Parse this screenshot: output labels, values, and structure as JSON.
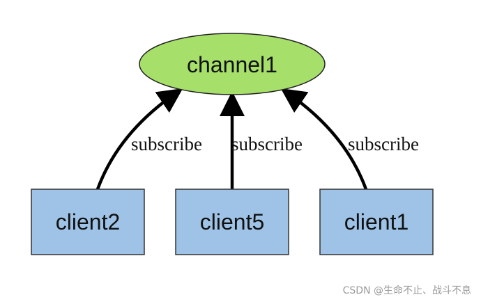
{
  "channel": {
    "label": "channel1",
    "fill": "#a6e06a",
    "stroke": "#222222"
  },
  "clients": [
    {
      "label": "client2"
    },
    {
      "label": "client5"
    },
    {
      "label": "client1"
    }
  ],
  "edges": [
    {
      "label": "subscribe"
    },
    {
      "label": "subscribe"
    },
    {
      "label": "subscribe"
    }
  ],
  "client_fill": "#9fc3e6",
  "client_stroke": "#333333",
  "edge_color": "#000000",
  "watermark": "CSDN @生命不止、战斗不息"
}
